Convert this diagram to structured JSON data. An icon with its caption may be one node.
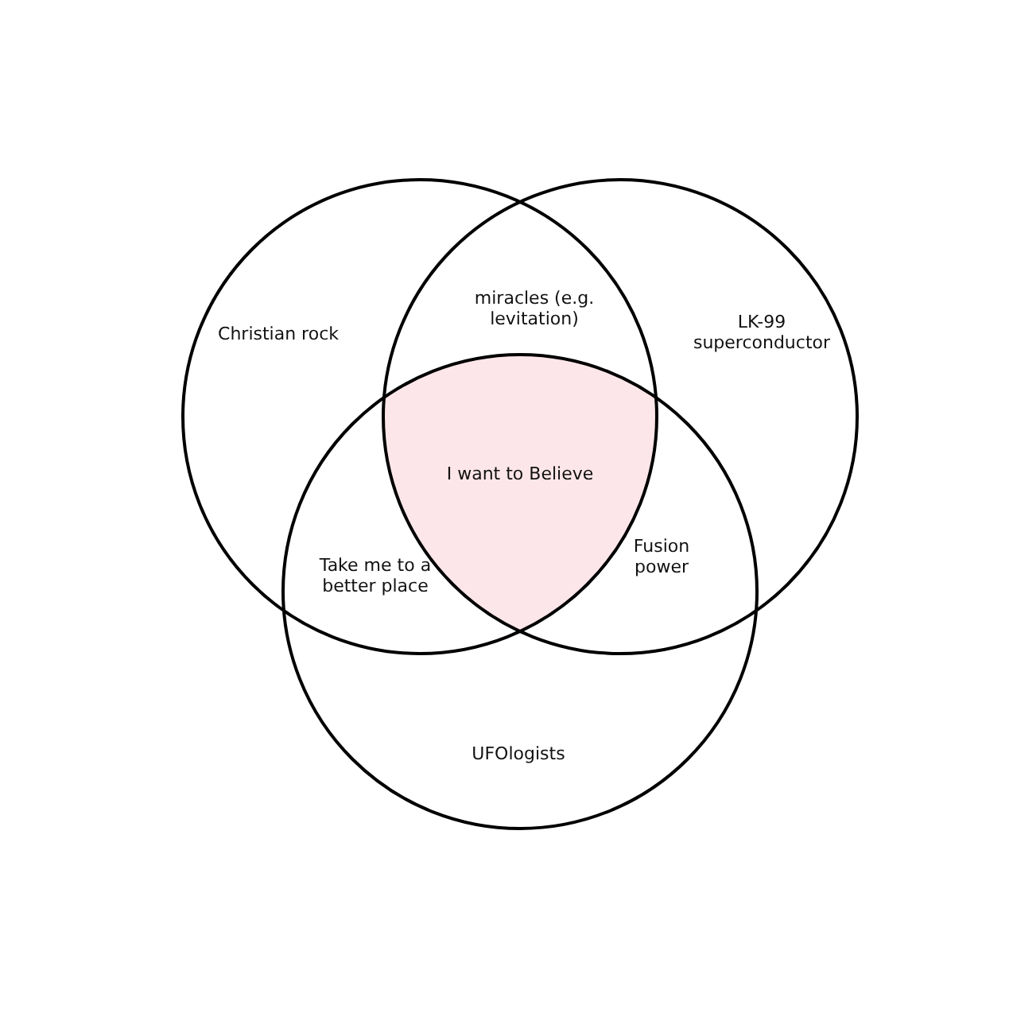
{
  "diagram": {
    "nodes": [
      {
        "text": [
          "Christian rock"
        ]
      },
      {
        "text": [
          "LK-99 superconductor"
        ]
      },
      {
        "text": [
          "UFOlogists"
        ]
      },
      {
        "text": [
          "I want to Believe"
        ]
      }
    ],
    "labels": [
      "miracles (e.g. levitation)",
      "Take me to a better place",
      "Fusion power"
    ]
  }
}
